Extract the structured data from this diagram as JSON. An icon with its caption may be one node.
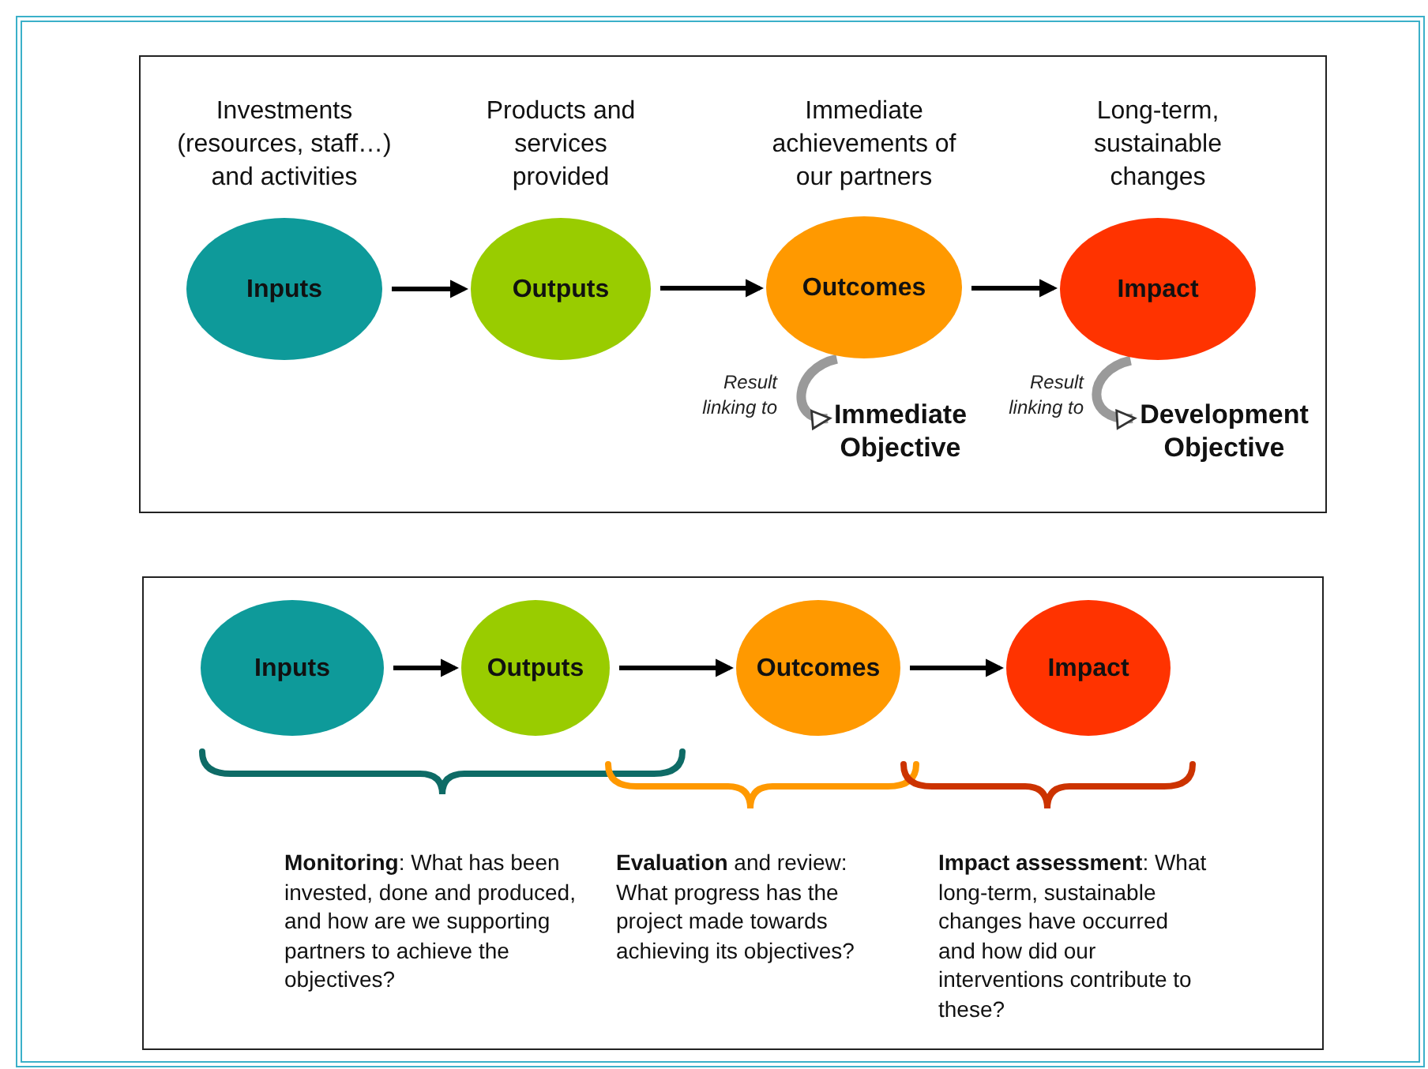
{
  "diagram": {
    "nodes": [
      {
        "text": [
          "Inputs"
        ],
        "beside": [
          "Investments (resources, staff…) and activities"
        ]
      },
      {
        "text": [
          "Outputs"
        ],
        "beside": [
          "Products and services provided"
        ]
      },
      {
        "text": [
          "Outcomes"
        ],
        "beside": [
          "Immediate achievements of our partners"
        ]
      },
      {
        "text": [
          "Impact"
        ],
        "beside": [
          "Long-term, sustainable changes"
        ]
      },
      {
        "text": [
          "Immediate Objective"
        ]
      },
      {
        "text": [
          "Development Objective"
        ]
      },
      {
        "text": [
          "Inputs"
        ]
      },
      {
        "text": [
          "Outputs"
        ]
      },
      {
        "text": [
          "Outcomes"
        ]
      },
      {
        "text": [
          "Impact"
        ]
      }
    ],
    "edges": [
      {
        "from": 0,
        "to": 1,
        "arrow": "to"
      },
      {
        "from": 1,
        "to": 2,
        "arrow": "to"
      },
      {
        "from": 2,
        "to": 3,
        "arrow": "to"
      },
      {
        "from": 2,
        "to": 4,
        "arrow": "to",
        "label": "Result linking to",
        "style": "thick",
        "color": "#9a9a9a"
      },
      {
        "from": 3,
        "to": 5,
        "arrow": "to",
        "label": "Result linking to",
        "style": "thick",
        "color": "#9a9a9a"
      },
      {
        "from": 6,
        "to": 7,
        "arrow": "to"
      },
      {
        "from": 7,
        "to": 8,
        "arrow": "to"
      },
      {
        "from": 8,
        "to": 9,
        "arrow": "to"
      }
    ],
    "labels": [
      "**Monitoring**: What has been invested, done and produced, and how are we supporting partners to achieve the objectives?",
      "**Evaluation** and review: What progress has the project made towards achieving its objectives?",
      "**Impact assessment**: What long-term, sustainable changes have occurred and how did our interventions contribute to these?"
    ]
  }
}
